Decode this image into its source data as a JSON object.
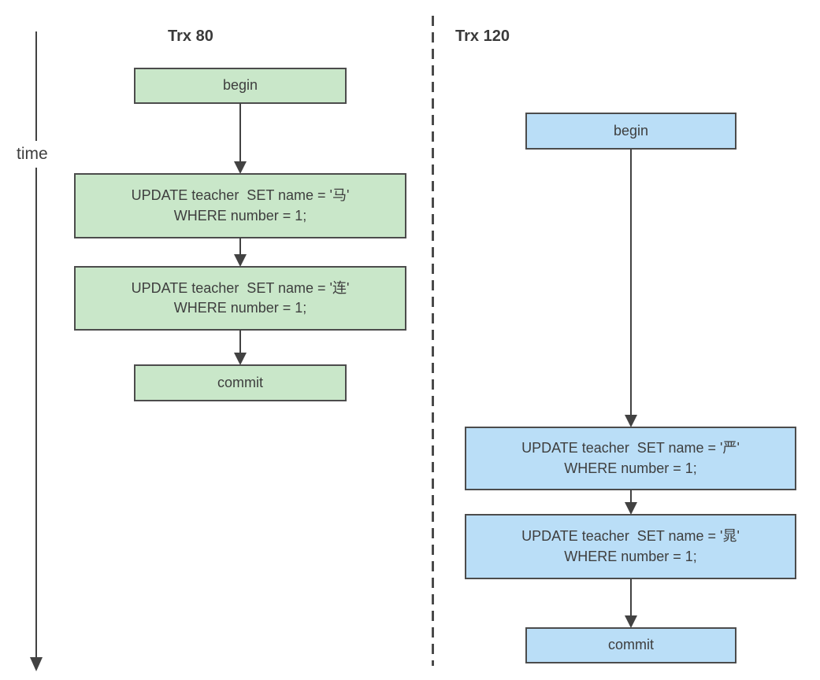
{
  "diagram": {
    "time_label": "time",
    "columns": [
      {
        "title": "Trx 80",
        "fill": "#c9e7c9",
        "steps": [
          "begin",
          "UPDATE teacher  SET name = '马'\nWHERE number = 1;",
          "UPDATE teacher  SET name = '连'\nWHERE number = 1;",
          "commit"
        ]
      },
      {
        "title": "Trx 120",
        "fill": "#badef7",
        "steps": [
          "begin",
          "UPDATE teacher  SET name = '严'\nWHERE number = 1;",
          "UPDATE teacher  SET name = '晁'\nWHERE number = 1;",
          "commit"
        ]
      }
    ],
    "colors": {
      "trx80_fill": "#c9e7c9",
      "trx120_fill": "#badef7",
      "box_border": "#4c4c4c",
      "line": "#424242",
      "text": "#3e3e3e"
    }
  }
}
